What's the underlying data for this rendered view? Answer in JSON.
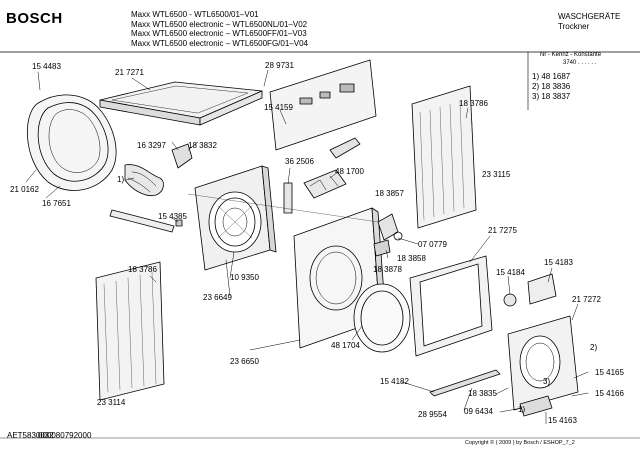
{
  "header": {
    "brand": "BOSCH",
    "models": [
      "Maxx WTL6500 -   WTL6500/01–V01",
      "Maxx WTL6500 electronic – WTL6500NL/01–V02",
      "Maxx WTL6500 electronic – WTL6500FF/01–V03",
      "Maxx WTL6500 electronic – WTL6500FG/01–V04"
    ],
    "category": "WASCHGERÄTE",
    "subcategory": "Trockner"
  },
  "legend": {
    "heading": "Nr - Kennz - Konstante",
    "code": "3740",
    "dots": ". . . . . .",
    "entries": [
      "1)  48 1687",
      "2)  18 3836",
      "3)  18 3837"
    ]
  },
  "parts": {
    "p154483": "15 4483",
    "p217271": "21 7271",
    "p289731": "28 9731",
    "p154159": "15 4159",
    "p183786a": "18 3786",
    "p163297": "16 3297",
    "p183832": "18 3832",
    "p362506": "36 2506",
    "p481700": "48 1700",
    "p210162": "21 0162",
    "p167651": "16 7651",
    "ref1a": "1)",
    "p183857": "18 3857",
    "p233115": "23 3115",
    "p154385": "15 4385",
    "p070779": "07 0779",
    "p217275": "21 7275",
    "p183858": "18 3858",
    "p183878": "18 3878",
    "p154184": "15 4184",
    "p154183": "15 4183",
    "p183786b": "18 3786",
    "p109350": "10 9350",
    "p236649": "23 6649",
    "p217272": "21 7272",
    "p481704": "48 1704",
    "p236650": "23 6650",
    "ref2": "2)",
    "p154182": "15 4182",
    "p154165": "15 4165",
    "p233114": "23 3114",
    "p183835": "18 3835",
    "p154166": "15 4166",
    "p289554": "28 9554",
    "p096434": "09 6434",
    "p154163": "15 4163",
    "ref3": "3)",
    "ref1b": "1)"
  },
  "footer": {
    "doc_id": "AET5830032",
    "doc_id_overlap": "000080792000",
    "copyright": "Copyright © ( 2009 ) by Bosch / ESHOP_7_2"
  }
}
